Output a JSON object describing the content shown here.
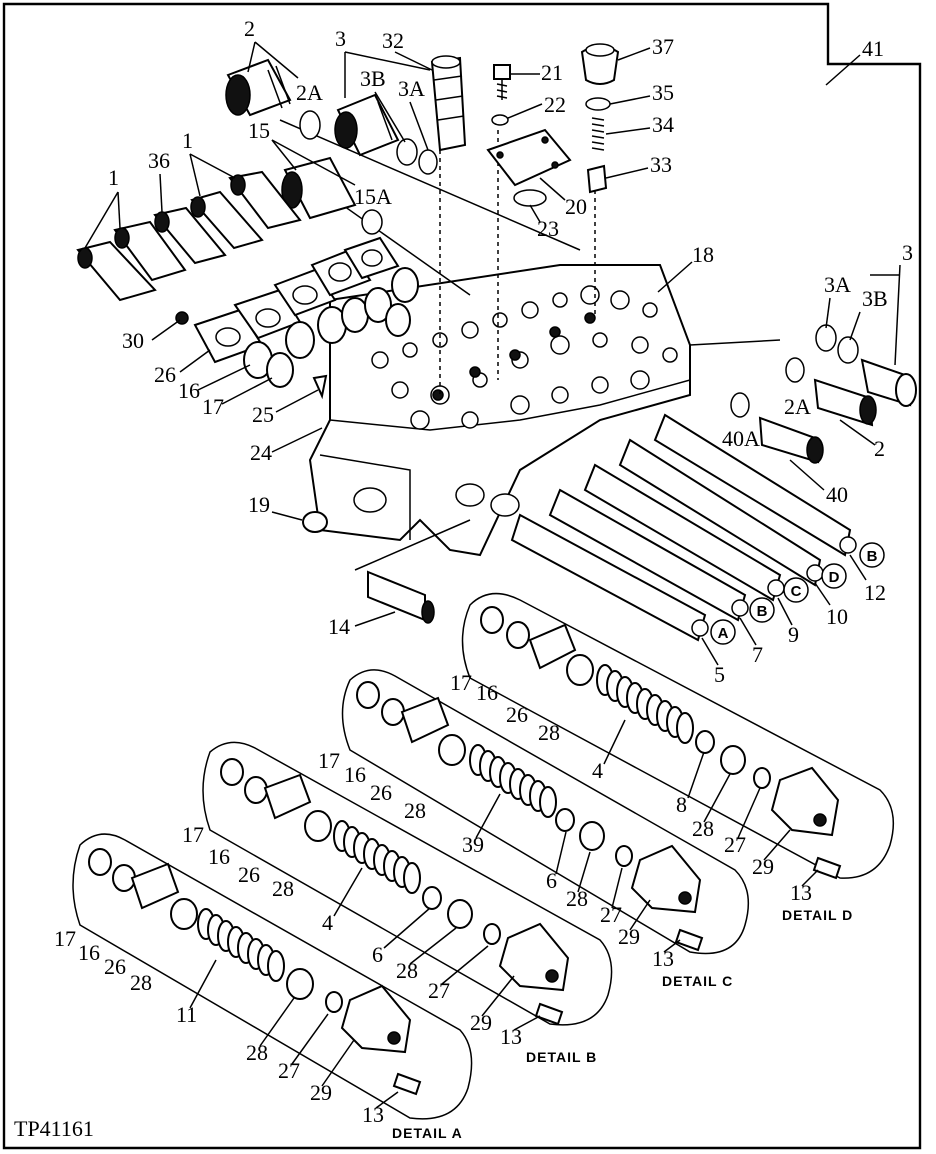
{
  "figure_code": "TP41161",
  "callouts": {
    "n41": "41",
    "n2a": "2",
    "n3a": "3",
    "n32": "32",
    "n37": "37",
    "n21": "21",
    "n22": "22",
    "n35": "35",
    "n34": "34",
    "n33": "33",
    "n2Aa": "2A",
    "n3B": "3B",
    "n3A": "3A",
    "n15": "15",
    "n15A": "15A",
    "n1a": "1",
    "n36": "36",
    "n1b": "1",
    "n20": "20",
    "n23": "23",
    "n18": "18",
    "n3b": "3",
    "n3Ab": "3A",
    "n3Bb": "3B",
    "n30": "30",
    "n26a": "26",
    "n16a": "16",
    "n17a": "17",
    "n25": "25",
    "n24": "24",
    "n2Ab": "2A",
    "n2b": "2",
    "n40A": "40A",
    "n40": "40",
    "n19": "19",
    "n12": "12",
    "n10": "10",
    "n9": "9",
    "n7": "7",
    "n5": "5",
    "n14": "14",
    "d_17": "17",
    "d_16": "16",
    "d_26": "26",
    "d_28a": "28",
    "d_4": "4",
    "d_8": "8",
    "d_28b": "28",
    "d_27": "27",
    "d_29": "29",
    "d_13": "13",
    "c_17": "17",
    "c_16": "16",
    "c_26": "26",
    "c_28a": "28",
    "c_39": "39",
    "c_6": "6",
    "c_28b": "28",
    "c_27": "27",
    "c_29": "29",
    "c_13": "13",
    "b_17": "17",
    "b_16": "16",
    "b_26": "26",
    "b_28a": "28",
    "b_4": "4",
    "b_6": "6",
    "b_28b": "28",
    "b_27": "27",
    "b_29": "29",
    "b_13": "13",
    "a_17": "17",
    "a_16": "16",
    "a_26": "26",
    "a_28a": "28",
    "a_11": "11",
    "a_28b": "28",
    "a_27": "27",
    "a_29": "29",
    "a_13": "13"
  },
  "circle_letters": {
    "spool_b_top": "B",
    "spool_d": "D",
    "spool_c": "C",
    "spool_b_low": "B",
    "spool_a": "A"
  },
  "details": {
    "d": "DETAIL D",
    "c": "DETAIL C",
    "b": "DETAIL B",
    "a": "DETAIL A"
  }
}
